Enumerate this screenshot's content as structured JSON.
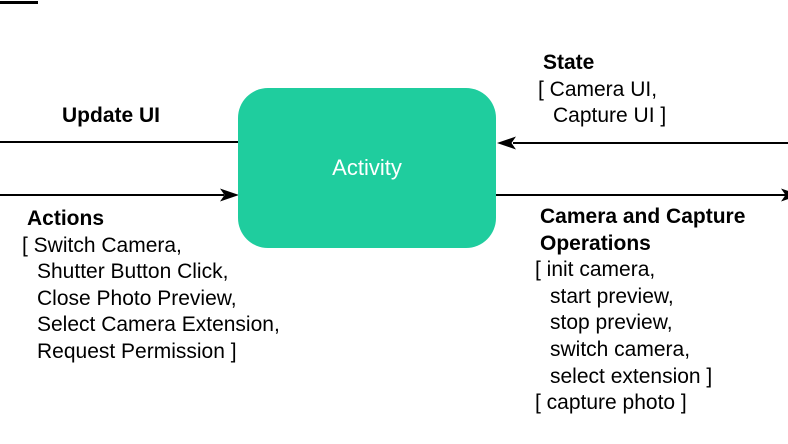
{
  "activity_box": {
    "label": "Activity"
  },
  "update_ui": {
    "label": "Update UI"
  },
  "state": {
    "title": "State",
    "lines": [
      "[ Camera UI,",
      "Capture UI ]"
    ]
  },
  "actions": {
    "title": "Actions",
    "lines": [
      "[ Switch Camera,",
      "Shutter Button Click,",
      "Close Photo Preview,",
      "Select Camera Extension,",
      "Request Permission ]"
    ]
  },
  "operations": {
    "title_lines": [
      "Camera and Capture",
      "Operations"
    ],
    "lines": [
      "[ init camera,",
      "start preview,",
      "stop preview,",
      "switch camera,",
      "select extension ]",
      "[ capture photo ]"
    ]
  },
  "colors": {
    "box_fill": "#1fcd9e",
    "box_text": "#ffffff",
    "line": "#000000",
    "text": "#000000",
    "background": "#ffffff"
  }
}
